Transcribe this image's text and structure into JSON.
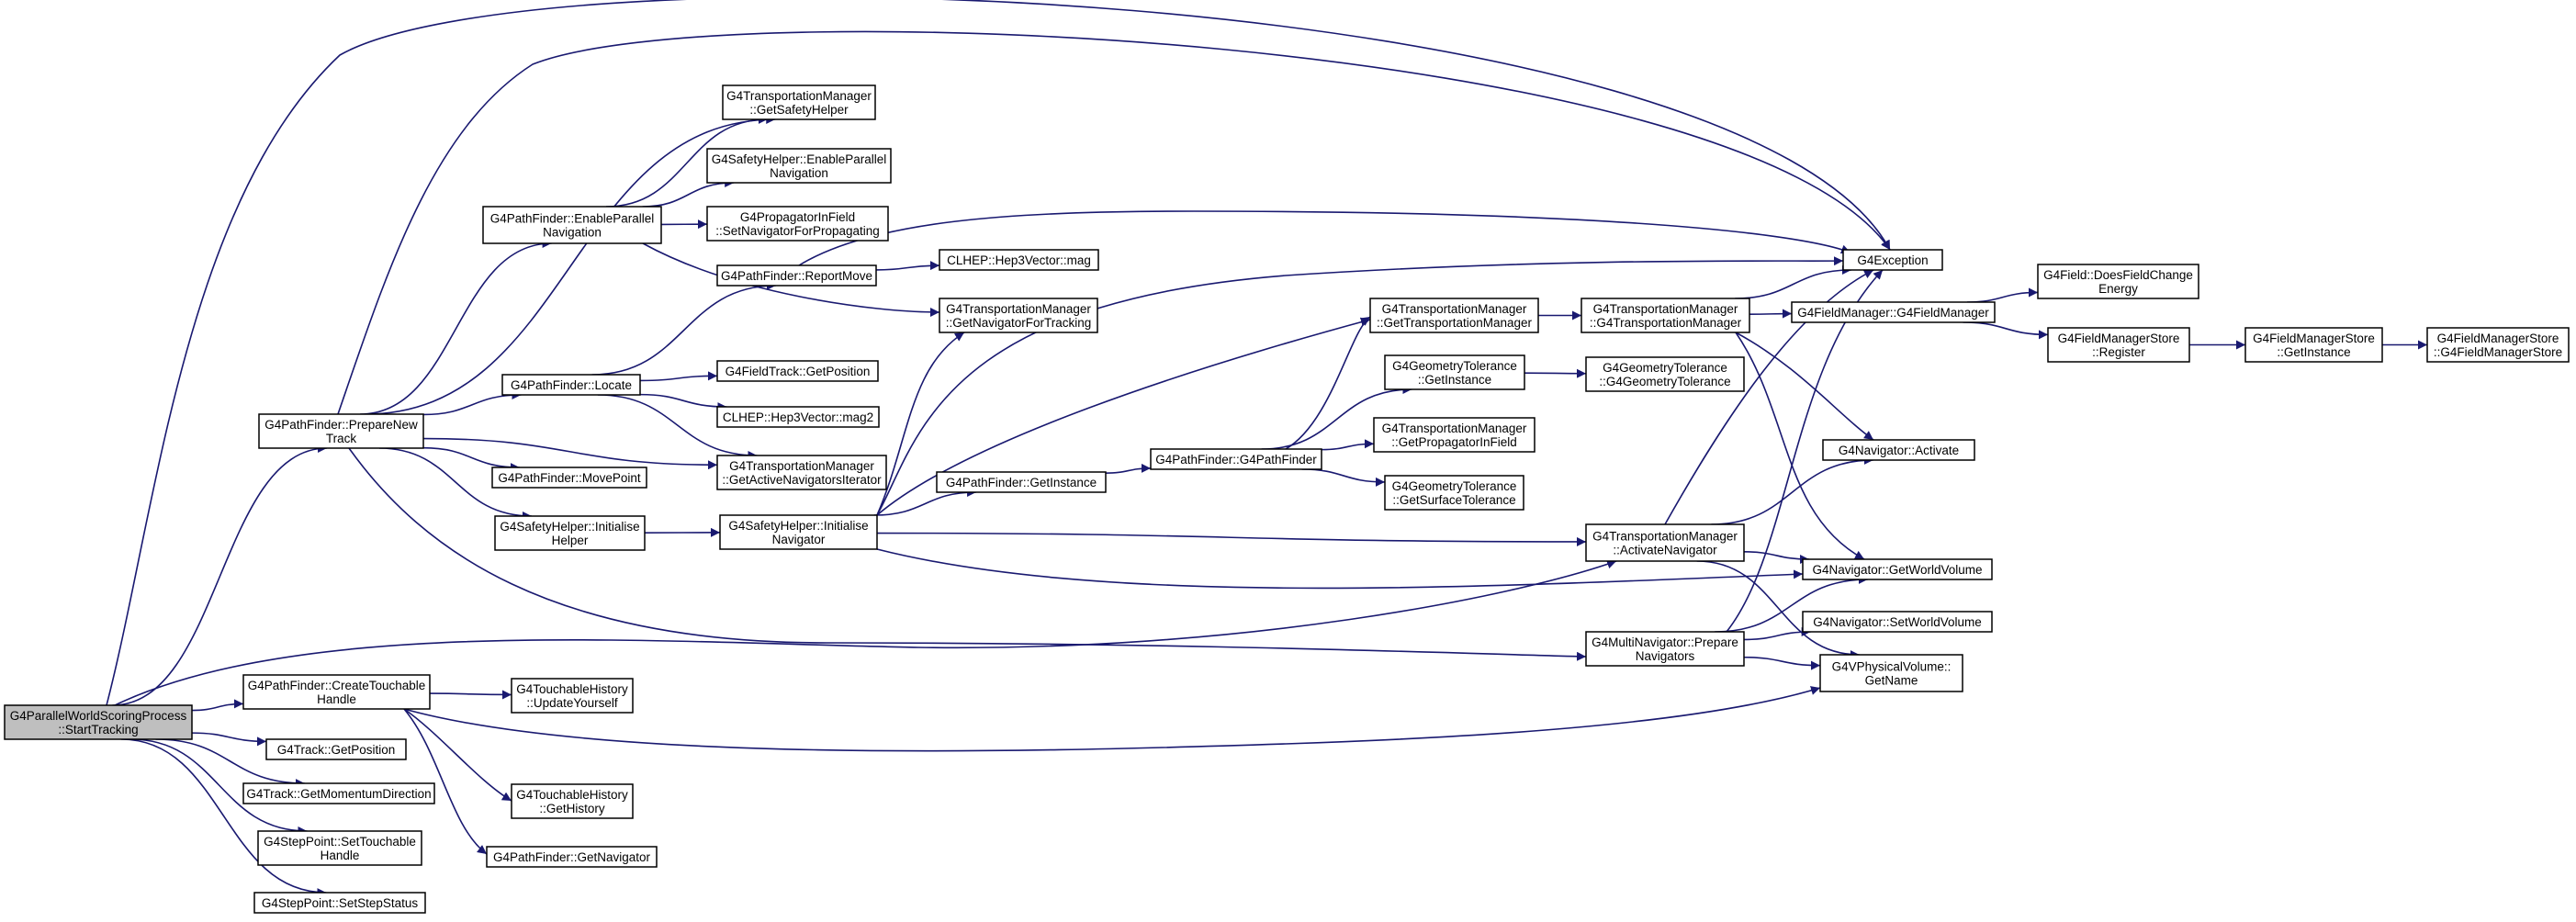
{
  "diagram": {
    "type": "call-graph",
    "edge_color": "#191970",
    "root_fill": "#bfbfbf",
    "nodes": [
      {
        "id": "root",
        "lines": [
          "G4ParallelWorldScoringProcess",
          "::StartTracking"
        ],
        "root": true
      },
      {
        "id": "pf_prepare",
        "lines": [
          "G4PathFinder::PrepareNew",
          "Track"
        ]
      },
      {
        "id": "pf_createTouch",
        "lines": [
          "G4PathFinder::CreateTouchable",
          "Handle"
        ]
      },
      {
        "id": "track_getPos",
        "lines": [
          "G4Track::GetPosition"
        ]
      },
      {
        "id": "track_getMom",
        "lines": [
          "G4Track::GetMomentumDirection"
        ]
      },
      {
        "id": "step_setTouch",
        "lines": [
          "G4StepPoint::SetTouchable",
          "Handle"
        ]
      },
      {
        "id": "step_setStatus",
        "lines": [
          "G4StepPoint::SetStepStatus"
        ]
      },
      {
        "id": "tm_getSafety",
        "lines": [
          "G4TransportationManager",
          "::GetSafetyHelper"
        ]
      },
      {
        "id": "sh_enablePar",
        "lines": [
          "G4SafetyHelper::EnableParallel",
          "Navigation"
        ]
      },
      {
        "id": "pf_enablePar",
        "lines": [
          "G4PathFinder::EnableParallel",
          "Navigation"
        ]
      },
      {
        "id": "pif_setNav",
        "lines": [
          "G4PropagatorInField",
          "::SetNavigatorForPropagating"
        ]
      },
      {
        "id": "pf_reportMove",
        "lines": [
          "G4PathFinder::ReportMove"
        ]
      },
      {
        "id": "clhep_mag",
        "lines": [
          "CLHEP::Hep3Vector::mag"
        ]
      },
      {
        "id": "tm_getNavTrack",
        "lines": [
          "G4TransportationManager",
          "::GetNavigatorForTracking"
        ]
      },
      {
        "id": "pf_locate",
        "lines": [
          "G4PathFinder::Locate"
        ]
      },
      {
        "id": "ft_getPos",
        "lines": [
          "G4FieldTrack::GetPosition"
        ]
      },
      {
        "id": "clhep_mag2",
        "lines": [
          "CLHEP::Hep3Vector::mag2"
        ]
      },
      {
        "id": "tm_getActive",
        "lines": [
          "G4TransportationManager",
          "::GetActiveNavigatorsIterator"
        ]
      },
      {
        "id": "pf_movePoint",
        "lines": [
          "G4PathFinder::MovePoint"
        ]
      },
      {
        "id": "sh_init",
        "lines": [
          "G4SafetyHelper::Initialise",
          "Helper"
        ]
      },
      {
        "id": "shelp_initNav",
        "lines": [
          "G4SafetyHelper::Initialise",
          "Navigator"
        ]
      },
      {
        "id": "pf_getInstance",
        "lines": [
          "G4PathFinder::GetInstance"
        ]
      },
      {
        "id": "pf_ctor",
        "lines": [
          "G4PathFinder::G4PathFinder"
        ]
      },
      {
        "id": "tm_getTM",
        "lines": [
          "G4TransportationManager",
          "::GetTransportationManager"
        ]
      },
      {
        "id": "tm_ctor",
        "lines": [
          "G4TransportationManager",
          "::G4TransportationManager"
        ]
      },
      {
        "id": "gt_getInst",
        "lines": [
          "G4GeometryTolerance",
          "::GetInstance"
        ]
      },
      {
        "id": "gt_ctor",
        "lines": [
          "G4GeometryTolerance",
          "::G4GeometryTolerance"
        ]
      },
      {
        "id": "tm_getProp",
        "lines": [
          "G4TransportationManager",
          "::GetPropagatorInField"
        ]
      },
      {
        "id": "gt_getSurf",
        "lines": [
          "G4GeometryTolerance",
          "::GetSurfaceTolerance"
        ]
      },
      {
        "id": "exception",
        "lines": [
          "G4Exception"
        ]
      },
      {
        "id": "field_does",
        "lines": [
          "G4Field::DoesFieldChange",
          "Energy"
        ]
      },
      {
        "id": "fm_ctor",
        "lines": [
          "G4FieldManager::G4FieldManager"
        ]
      },
      {
        "id": "fms_register",
        "lines": [
          "G4FieldManagerStore",
          "::Register"
        ]
      },
      {
        "id": "fms_getInst",
        "lines": [
          "G4FieldManagerStore",
          "::GetInstance"
        ]
      },
      {
        "id": "fms_ctor",
        "lines": [
          "G4FieldManagerStore",
          "::G4FieldManagerStore"
        ]
      },
      {
        "id": "nav_activate",
        "lines": [
          "G4Navigator::Activate"
        ]
      },
      {
        "id": "tm_activateNav",
        "lines": [
          "G4TransportationManager",
          "::ActivateNavigator"
        ]
      },
      {
        "id": "nav_getWorld",
        "lines": [
          "G4Navigator::GetWorldVolume"
        ]
      },
      {
        "id": "mn_prepare",
        "lines": [
          "G4MultiNavigator::Prepare",
          "Navigators"
        ]
      },
      {
        "id": "nav_setWorld",
        "lines": [
          "G4Navigator::SetWorldVolume"
        ]
      },
      {
        "id": "pv_getName",
        "lines": [
          "G4VPhysicalVolume::",
          "GetName"
        ]
      },
      {
        "id": "th_update",
        "lines": [
          "G4TouchableHistory",
          "::UpdateYourself"
        ]
      },
      {
        "id": "th_getHist",
        "lines": [
          "G4TouchableHistory",
          "::GetHistory"
        ]
      },
      {
        "id": "pf_getNav",
        "lines": [
          "G4PathFinder::GetNavigator"
        ]
      }
    ],
    "edges": [
      [
        "root",
        "pf_prepare"
      ],
      [
        "root",
        "pf_createTouch"
      ],
      [
        "root",
        "track_getPos"
      ],
      [
        "root",
        "track_getMom"
      ],
      [
        "root",
        "step_setTouch"
      ],
      [
        "root",
        "step_setStatus"
      ],
      [
        "root",
        "exception"
      ],
      [
        "root",
        "tm_activateNav"
      ],
      [
        "pf_prepare",
        "tm_getSafety"
      ],
      [
        "pf_prepare",
        "pf_enablePar"
      ],
      [
        "pf_prepare",
        "pf_locate"
      ],
      [
        "pf_prepare",
        "tm_getActive"
      ],
      [
        "pf_prepare",
        "pf_movePoint"
      ],
      [
        "pf_prepare",
        "sh_init"
      ],
      [
        "pf_prepare",
        "exception"
      ],
      [
        "pf_prepare",
        "mn_prepare"
      ],
      [
        "pf_enablePar",
        "tm_getSafety"
      ],
      [
        "pf_enablePar",
        "sh_enablePar"
      ],
      [
        "pf_enablePar",
        "pif_setNav"
      ],
      [
        "pf_enablePar",
        "tm_getNavTrack"
      ],
      [
        "pf_locate",
        "pf_reportMove"
      ],
      [
        "pf_locate",
        "ft_getPos"
      ],
      [
        "pf_locate",
        "clhep_mag2"
      ],
      [
        "pf_locate",
        "tm_getActive"
      ],
      [
        "pf_reportMove",
        "clhep_mag"
      ],
      [
        "pf_reportMove",
        "exception"
      ],
      [
        "sh_init",
        "shelp_initNav"
      ],
      [
        "shelp_initNav",
        "tm_getNavTrack"
      ],
      [
        "shelp_initNav",
        "tm_getTM"
      ],
      [
        "shelp_initNav",
        "pf_getInstance"
      ],
      [
        "shelp_initNav",
        "tm_activateNav"
      ],
      [
        "shelp_initNav",
        "nav_getWorld"
      ],
      [
        "shelp_initNav",
        "exception"
      ],
      [
        "pf_getInstance",
        "pf_ctor"
      ],
      [
        "pf_ctor",
        "tm_getTM"
      ],
      [
        "pf_ctor",
        "gt_getInst"
      ],
      [
        "pf_ctor",
        "tm_getProp"
      ],
      [
        "pf_ctor",
        "gt_getSurf"
      ],
      [
        "tm_getTM",
        "tm_ctor"
      ],
      [
        "tm_ctor",
        "exception"
      ],
      [
        "tm_ctor",
        "fm_ctor"
      ],
      [
        "tm_ctor",
        "nav_activate"
      ],
      [
        "tm_ctor",
        "nav_getWorld"
      ],
      [
        "gt_getInst",
        "gt_ctor"
      ],
      [
        "fm_ctor",
        "field_does"
      ],
      [
        "fm_ctor",
        "fms_register"
      ],
      [
        "fms_register",
        "fms_getInst"
      ],
      [
        "fms_getInst",
        "fms_ctor"
      ],
      [
        "tm_activateNav",
        "exception"
      ],
      [
        "tm_activateNav",
        "nav_activate"
      ],
      [
        "tm_activateNav",
        "nav_getWorld"
      ],
      [
        "tm_activateNav",
        "pv_getName"
      ],
      [
        "mn_prepare",
        "exception"
      ],
      [
        "mn_prepare",
        "nav_getWorld"
      ],
      [
        "mn_prepare",
        "nav_setWorld"
      ],
      [
        "mn_prepare",
        "pv_getName"
      ],
      [
        "pf_createTouch",
        "th_update"
      ],
      [
        "pf_createTouch",
        "th_getHist"
      ],
      [
        "pf_createTouch",
        "pf_getNav"
      ],
      [
        "pf_createTouch",
        "pv_getName"
      ]
    ]
  }
}
